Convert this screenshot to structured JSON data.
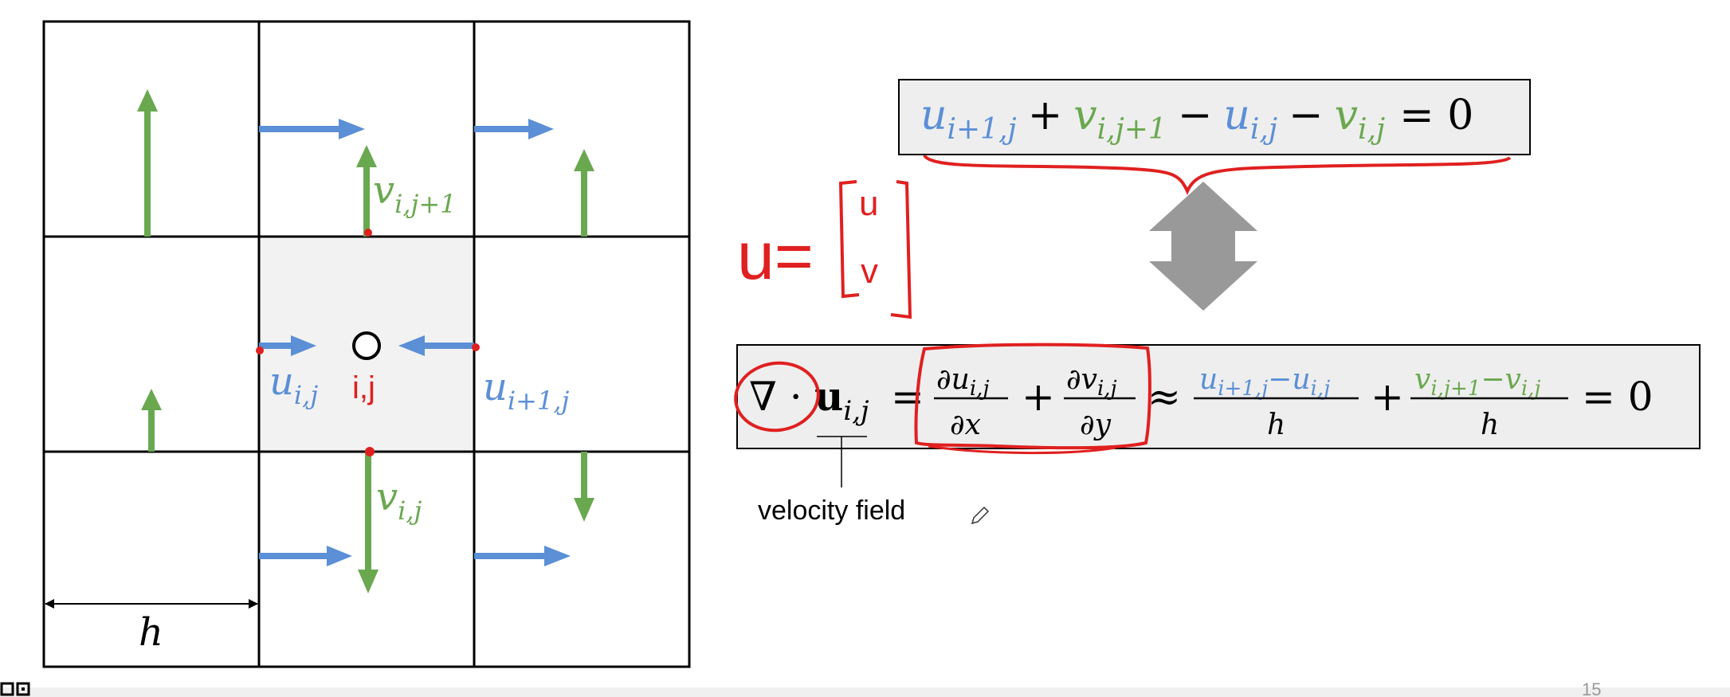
{
  "grid": {
    "h_label": "h",
    "center_label": "i,j",
    "labels": {
      "v_top": {
        "base": "v",
        "sub": "i,j+1"
      },
      "v_bottom": {
        "base": "v",
        "sub": "i,j"
      },
      "u_left": {
        "base": "u",
        "sub": "i,j"
      },
      "u_right": {
        "base": "u",
        "sub": "i+1,j"
      }
    }
  },
  "top_equation": {
    "t1": {
      "base": "u",
      "sub": "i+1,j"
    },
    "op1": "+",
    "t2": {
      "base": "v",
      "sub": "i,j+1"
    },
    "op2": "−",
    "t3": {
      "base": "u",
      "sub": "i,j"
    },
    "op3": "−",
    "t4": {
      "base": "v",
      "sub": "i,j"
    },
    "rhs": "= 0"
  },
  "annotation_u": {
    "lhs": "u=",
    "top": "u",
    "bottom": "v"
  },
  "divergence_equation": {
    "nabla": "∇ ·",
    "bold_u": "u",
    "bold_u_sub": "i,j",
    "eq": "=",
    "frac1": {
      "num_pre": "∂",
      "num_base": "u",
      "num_sub": "i,j",
      "den": "∂x"
    },
    "plus1": "+",
    "frac2": {
      "num_pre": "∂",
      "num_base": "v",
      "num_sub": "i,j",
      "den": "∂y"
    },
    "approx": "≈",
    "frac3": {
      "num_a": "u",
      "num_a_sub": "i+1,j",
      "minus": "−",
      "num_b": "u",
      "num_b_sub": "i,j",
      "den": "h"
    },
    "plus2": "+",
    "frac4": {
      "num_a": "v",
      "num_a_sub": "i,j+1",
      "minus": "−",
      "num_b": "v",
      "num_b_sub": "i,j",
      "den": "h"
    },
    "rhs": "= 0"
  },
  "velocity_label": "velocity field",
  "page_number": "15",
  "colors": {
    "u_blue": "#5b8fd6",
    "v_green": "#6aa84f",
    "ink_red": "#e02020",
    "arrow_gray": "#999999",
    "cell_gray": "#f2f2f2",
    "box_gray": "#eeeeee"
  }
}
